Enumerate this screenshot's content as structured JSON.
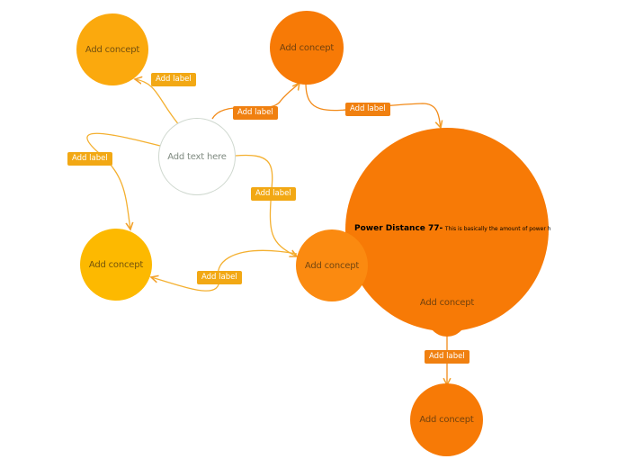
{
  "colors": {
    "dark_orange": "#f77a06",
    "mid_orange": "#fb8a10",
    "amber": "#fba90d",
    "yellow": "#fdb900",
    "label_dark": "#f08010",
    "label_light": "#f2a814",
    "edge": "#f3a12c",
    "center_stroke": "#cfd8cf"
  },
  "nodes": {
    "top_left": "Add concept",
    "top_center": "Add concept",
    "center": "Add text here",
    "left": "Add concept",
    "middle_right": "Add concept",
    "big": "Add concept",
    "big_detail_title": "Power Distance 77-",
    "big_detail_text": "This is basically the amount of power h",
    "bottom": "Add concept"
  },
  "edge_labels": {
    "to_top_left": "Add label",
    "to_top_center": "Add label",
    "top_to_big": "Add label",
    "to_left": "Add label",
    "to_middle": "Add label",
    "middle_to_left": "Add label",
    "big_to_bottom": "Add label"
  }
}
